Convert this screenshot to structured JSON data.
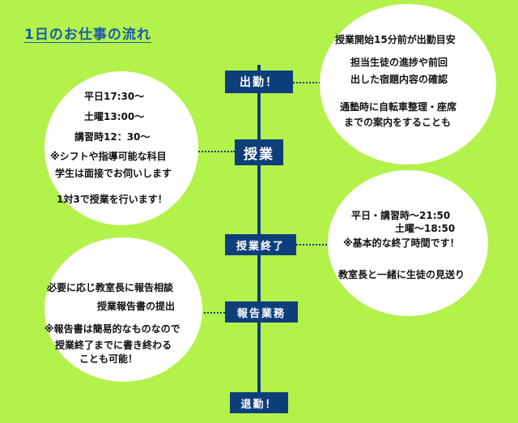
{
  "title": "1日のお仕事の流れ",
  "stages": {
    "arrival": "出勤！",
    "lesson": "授業",
    "lesson_end": "授業終了",
    "report": "報告業務",
    "leave": "退勤！"
  },
  "arrival_notes": {
    "l1": "授業開始15分前が出勤目安",
    "l2": "担当生徒の進捗や前回",
    "l3": "出した宿題内容の確認",
    "l4": "通塾時に自転車整理・座席",
    "l5": "までの案内をすることも"
  },
  "lesson_notes": {
    "l1": "平日17:30〜",
    "l2": "土曜13:00〜",
    "l3": "講習時12：30〜",
    "l4": "※シフトや指導可能な科目",
    "l5": "学生は面接でお伺いします",
    "l6": "1対3で授業を行います！"
  },
  "end_notes": {
    "l1": "平日・講習時〜21:50",
    "l2": "土曜〜18:50",
    "l3": "※基本的な終了時間です！",
    "l4": "教室長と一緒に生徒の見送り"
  },
  "report_notes": {
    "l1": "必要に応じ教室長に報告相談",
    "l2": "授業報告書の提出",
    "l3": "※報告書は簡易的なものなので",
    "l4": "授業終了までに書き終わる",
    "l5": "ことも可能！"
  }
}
